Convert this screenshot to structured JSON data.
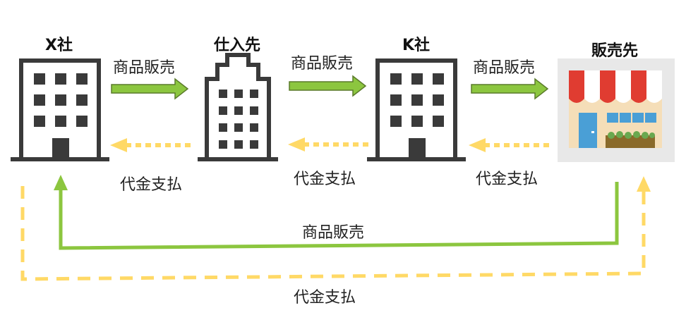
{
  "nodes": {
    "x_company": "X社",
    "supplier": "仕入先",
    "k_company": "K社",
    "retailer": "販売先"
  },
  "flows": {
    "goods_label": "商品販売",
    "payment_label": "代金支払"
  },
  "colors": {
    "goods_arrow": "#8cc63f",
    "payment_arrow": "#ffd966",
    "building": "#3a3a3a",
    "awning_red": "#e03c31"
  }
}
